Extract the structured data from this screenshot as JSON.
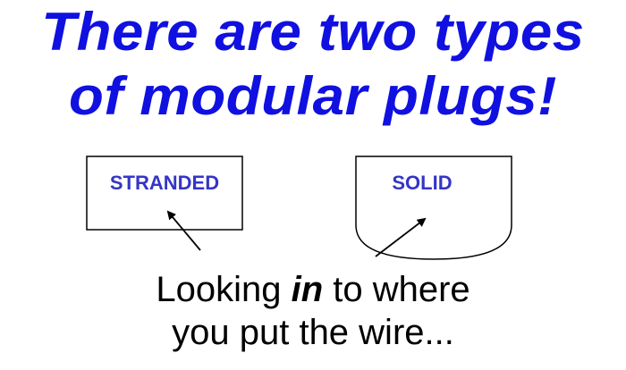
{
  "title": {
    "line1": "There are two types",
    "line2": "of modular plugs!"
  },
  "plugs": {
    "stranded": {
      "label": "STRANDED"
    },
    "solid": {
      "label": "SOLID"
    }
  },
  "caption": {
    "line1_before": "Looking ",
    "line1_emphasis": "in",
    "line1_after": " to where",
    "line2": "you put the wire..."
  },
  "colors": {
    "title": "#1010e0",
    "label": "#3535c8",
    "caption": "#000000"
  }
}
